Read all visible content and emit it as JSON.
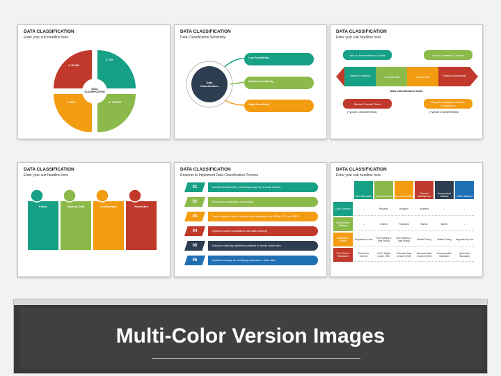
{
  "slides": {
    "s1": {
      "title": "DATA CLASSIFICATION",
      "sub": "Enter your sub headline here",
      "center": "DATA CLASSIFICATION",
      "q": [
        {
          "h": "1. PLAN",
          "c": "#c0392b"
        },
        {
          "h": "2. DO",
          "c": "#16a085"
        },
        {
          "h": "3. CHECK",
          "c": "#8bb94a"
        },
        {
          "h": "4. ACT",
          "c": "#f39c12"
        }
      ]
    },
    "s2": {
      "title": "DATA CLASSIFICATION",
      "sub": "Data Classification Sensitivity",
      "center": "Data Classification",
      "rows": [
        {
          "h": "Low Sensitivity",
          "c": "#16a085"
        },
        {
          "h": "Medium Sensitivity",
          "c": "#8bb94a"
        },
        {
          "h": "High Sensitivity",
          "c": "#f39c12"
        }
      ]
    },
    "s3": {
      "title": "DATA CLASSIFICATION",
      "sub": "Enter your sub headline here",
      "top_left": "Use on Preventative Controls",
      "top_right": "Use on Detective Controls",
      "scale": [
        "Highly Protected",
        "Confidential",
        "Group Use",
        "Publicly Accessible"
      ],
      "scale_title": "Data Classification Scale",
      "bot_left": "Stricter Firewall Rules",
      "bot_right": "Regular Auditing to Enforce Compliance",
      "cap_left": "(Typical Characteristics)",
      "cap_right": "(Typical Characteristics)"
    },
    "s4": {
      "title": "DATA CLASSIFICATION",
      "sub": "Enter your sub headline here",
      "cols": [
        {
          "h": "Public",
          "c": "#16a085"
        },
        {
          "h": "Internal Only",
          "c": "#8bb94a"
        },
        {
          "h": "Confidential",
          "c": "#f39c12"
        },
        {
          "h": "Restricted",
          "c": "#c0392b"
        }
      ]
    },
    "s5": {
      "title": "DATA CLASSIFICATION",
      "sub": "Reasons to Implement Data Classification Process",
      "rows": [
        {
          "n": "01",
          "t": "Identify sensitive files, intellectual property, & trade secrets",
          "c": "#16a085"
        },
        {
          "n": "02",
          "t": "Secure (and lockdown) critical data",
          "c": "#8bb94a"
        },
        {
          "n": "03",
          "t": "Track regulated data to comply with regulations like HIPAA, PCI, or GDPR",
          "c": "#f39c12"
        },
        {
          "n": "04",
          "t": "Optimize search capabilities with data indexing",
          "c": "#c0392b"
        },
        {
          "n": "05",
          "t": "Discover statically significant patterns or trends inside data",
          "c": "#2c3e50"
        },
        {
          "n": "06",
          "t": "Optimize storage by identifying duplicate or stale data",
          "c": "#1f6fb5"
        }
      ]
    },
    "s6": {
      "title": "DATA CLASSIFICATION",
      "sub": "Enter your sub headline here",
      "heads": [
        {
          "h": "Non Shareable",
          "c": "#16a085"
        },
        {
          "h": "Personal Data",
          "c": "#8bb94a"
        },
        {
          "h": "Generated Data",
          "c": "#f39c12"
        },
        {
          "h": "Derived (Intelligence)",
          "c": "#c0392b"
        },
        {
          "h": "Anonymized Dataset",
          "c": "#2c3e50"
        },
        {
          "h": "Public Dataset",
          "c": "#1f6fb5"
        }
      ],
      "rows": [
        {
          "h": "User Consent",
          "c": "#16a085",
          "v": [
            "–",
            "Required",
            "Required",
            "Required",
            "–",
            "–"
          ]
        },
        {
          "h": "Downstream Sharing",
          "c": "#8bb94a",
          "v": [
            "–",
            "Limited",
            "Restricted",
            "Barred",
            "Barred",
            "–"
          ]
        },
        {
          "h": "Regulatory Drivers",
          "c": "#f39c12",
          "v": [
            "Regulated by Law",
            "Free Sharing or Reg Pricing",
            "Free Sharing or Reg Pricing",
            "Market Pricing",
            "Market Pricing",
            "Regulated by Law"
          ]
        },
        {
          "h": "Tech Tools & Standards",
          "c": "#c0392b",
          "v": [
            "Biometrics Security",
            "e-PIC, Digital Locker, EDC",
            "Electronic Data Consent (EDC)",
            "Electronic Data Consent (EDC)",
            "Anonymisation Standards",
            "Open Data Standards"
          ]
        }
      ]
    }
  },
  "banner": {
    "title": "Multi-Color Version Images"
  }
}
